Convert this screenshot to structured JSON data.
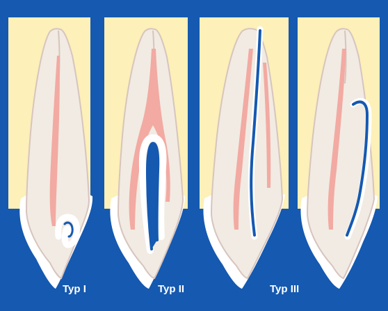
{
  "labels": {
    "type1": "Typ I",
    "type2": "Typ II",
    "type3": "Typ III"
  },
  "colors": {
    "background": "#1559b0",
    "bone": "#fdf0b8",
    "tooth": "#f1ebe3",
    "tooth_outline": "#d7c4be",
    "enamel": "#ffffff",
    "pulp": "#f2aaa2",
    "label_text": "#ffffff"
  }
}
